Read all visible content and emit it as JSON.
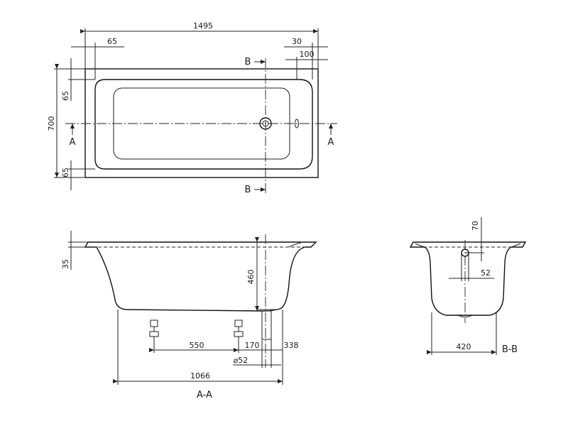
{
  "dimensions": {
    "top_length": "1495",
    "top_left_rim": "65",
    "top_right_rim_30": "30",
    "top_right_rim_100": "100",
    "height_700": "700",
    "side_rim_top": "65",
    "side_rim_bottom": "65",
    "rim_35": "35",
    "depth_460": "460",
    "feet_550": "550",
    "feet_170": "170",
    "feet_338": "338",
    "drain_dia": "⌀52",
    "length_1066": "1066",
    "bb_70": "70",
    "bb_52": "52",
    "bb_420": "420"
  },
  "section_marks": {
    "a_left": "A",
    "a_right": "A",
    "b_top": "B",
    "b_bottom": "B"
  },
  "captions": {
    "section_aa": "A-A",
    "section_bb": "B-B"
  }
}
